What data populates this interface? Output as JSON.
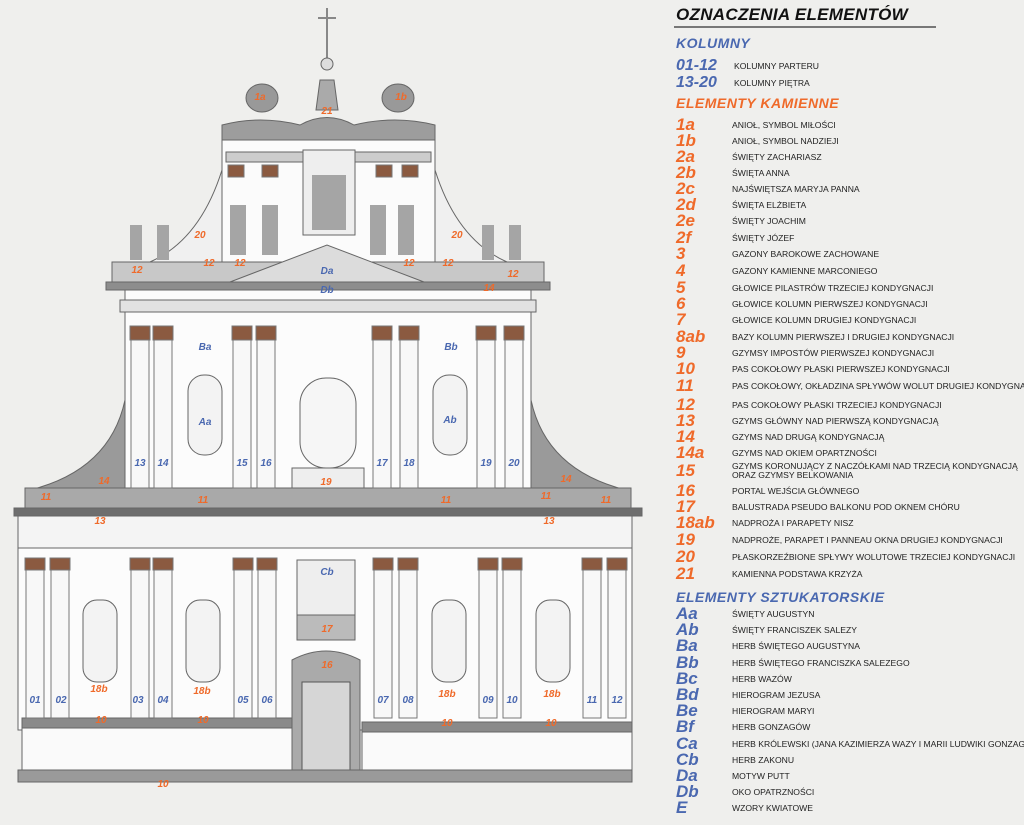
{
  "legend": {
    "title": "OZNACZENIA ELEMENTÓW",
    "kolumny": {
      "heading": "KOLUMNY",
      "items": [
        {
          "code": "01-12",
          "desc": "KOLUMNY PARTERU"
        },
        {
          "code": "13-20",
          "desc": "KOLUMNY PIĘTRA"
        }
      ]
    },
    "kamienne": {
      "heading": "ELEMENTY KAMIENNE",
      "items": [
        {
          "code": "1a",
          "desc": "ANIOŁ, SYMBOL MIŁOŚCI"
        },
        {
          "code": "1b",
          "desc": "ANIOŁ, SYMBOL NADZIEJI"
        },
        {
          "code": "2a",
          "desc": "ŚWIĘTY ZACHARIASZ"
        },
        {
          "code": "2b",
          "desc": "ŚWIĘTA ANNA"
        },
        {
          "code": "2c",
          "desc": "NAJŚWIĘTSZA MARYJA PANNA"
        },
        {
          "code": "2d",
          "desc": "ŚWIĘTA ELŻBIETA"
        },
        {
          "code": "2e",
          "desc": "ŚWIĘTY JOACHIM"
        },
        {
          "code": "2f",
          "desc": "ŚWIĘTY JÓZEF"
        },
        {
          "code": "3",
          "desc": "GAZONY BAROKOWE ZACHOWANE"
        },
        {
          "code": "4",
          "desc": "GAZONY KAMIENNE MARCONIEGO"
        },
        {
          "code": "5",
          "desc": "GŁOWICE PILASTRÓW TRZECIEJ KONDYGNACJI"
        },
        {
          "code": "6",
          "desc": "GŁOWICE KOLUMN  PIERWSZEJ KONDYGNACJI"
        },
        {
          "code": "7",
          "desc": "GŁOWICE KOLUMN  DRUGIEJ KONDYGNACJI"
        },
        {
          "code": "8ab",
          "desc": "BAZY KOLUMN PIERWSZEJ I DRUGIEJ KONDYGNACJI"
        },
        {
          "code": "9",
          "desc": "GZYMSY IMPOSTÓW PIERWSZEJ KONDYGNACJI"
        },
        {
          "code": "10",
          "desc": "PAS COKOŁOWY PŁASKI PIERWSZEJ KONDYGNACJI"
        },
        {
          "code": "11",
          "desc": "PAS COKOŁOWY, OKŁADZINA SPŁYWÓW WOLUT DRUGIEJ KONDYGNACJI"
        },
        {
          "code": "12",
          "desc": "PAS COKOŁOWY PŁASKI TRZECIEJ KONDYGNACJI"
        },
        {
          "code": "13",
          "desc": "GZYMS GŁÓWNY NAD PIERWSZĄ KONDYGNACJĄ"
        },
        {
          "code": "14",
          "desc": "GZYMS  NAD DRUGĄ KONDYGNACJĄ"
        },
        {
          "code": "14a",
          "desc": "GZYMS  NAD OKIEM OPARTZNOŚCI"
        },
        {
          "code": "15",
          "desc": "GZYMS KORONUJĄCY Z NACZÓŁKAMI NAD TRZECIĄ KONDYGNACJĄ ORAZ GZYMSY BELKOWANIA"
        },
        {
          "code": "16",
          "desc": "PORTAL WEJŚCIA GŁÓWNEGO"
        },
        {
          "code": "17",
          "desc": "BALUSTRADA PSEUDO BALKONU POD OKNEM CHÓRU"
        },
        {
          "code": "18ab",
          "desc": "NADPROŻA I PARAPETY NISZ"
        },
        {
          "code": "19",
          "desc": "NADPROŻE, PARAPET I PANNEAU OKNA DRUGIEJ KONDYGNACJI"
        },
        {
          "code": "20",
          "desc": "PŁASKORZEŹBIONE SPŁYWY WOLUTOWE TRZECIEJ KONDYGNACJI"
        },
        {
          "code": "21",
          "desc": "KAMIENNA PODSTAWA KRZYŻA"
        }
      ]
    },
    "sztukatorskie": {
      "heading": "ELEMENTY SZTUKATORSKIE",
      "items": [
        {
          "code": "Aa",
          "desc": "ŚWIĘTY AUGUSTYN"
        },
        {
          "code": "Ab",
          "desc": "ŚWIĘTY FRANCISZEK SALEZY"
        },
        {
          "code": "Ba",
          "desc": "HERB ŚWIĘTEGO AUGUSTYNA"
        },
        {
          "code": "Bb",
          "desc": "HERB ŚWIĘTEGO FRANCISZKA SALEZEGO"
        },
        {
          "code": "Bc",
          "desc": "HERB WAZÓW"
        },
        {
          "code": "Bd",
          "desc": "HIEROGRAM JEZUSA"
        },
        {
          "code": "Be",
          "desc": "HIEROGRAM MARYI"
        },
        {
          "code": "Bf",
          "desc": "HERB GONZAGÓW"
        },
        {
          "code": "Ca",
          "desc": "HERB KRÓLEWSKI (JANA KAZIMIERZA WAZY I MARII LUDWIKI GONZAGI"
        },
        {
          "code": "Cb",
          "desc": "HERB ZAKONU"
        },
        {
          "code": "Da",
          "desc": "MOTYW PUTT"
        },
        {
          "code": "Db",
          "desc": "OKO OPATRZNOŚCI"
        },
        {
          "code": "E",
          "desc": "WZORY KWIATOWE"
        }
      ]
    }
  },
  "facade": {
    "labels": [
      "21",
      "1a",
      "1b",
      "20",
      "20",
      "12",
      "12",
      "12",
      "12",
      "12",
      "12",
      "14",
      "Da",
      "Db",
      "11",
      "11",
      "11",
      "11",
      "11",
      "13",
      "13",
      "14",
      "14",
      "19",
      "Aa",
      "Ab",
      "Ba",
      "Bb",
      "13",
      "14",
      "15",
      "16",
      "17",
      "18",
      "19",
      "20",
      "01",
      "02",
      "03",
      "04",
      "05",
      "06",
      "07",
      "08",
      "09",
      "10",
      "11",
      "12",
      "18b",
      "18b",
      "18b",
      "18b",
      "10",
      "10",
      "10",
      "10",
      "10",
      "17",
      "16",
      "Cb"
    ]
  },
  "colors": {
    "orange": "#ef6a2a",
    "blue": "#4a68b0",
    "stone": "#9a9a9a"
  }
}
